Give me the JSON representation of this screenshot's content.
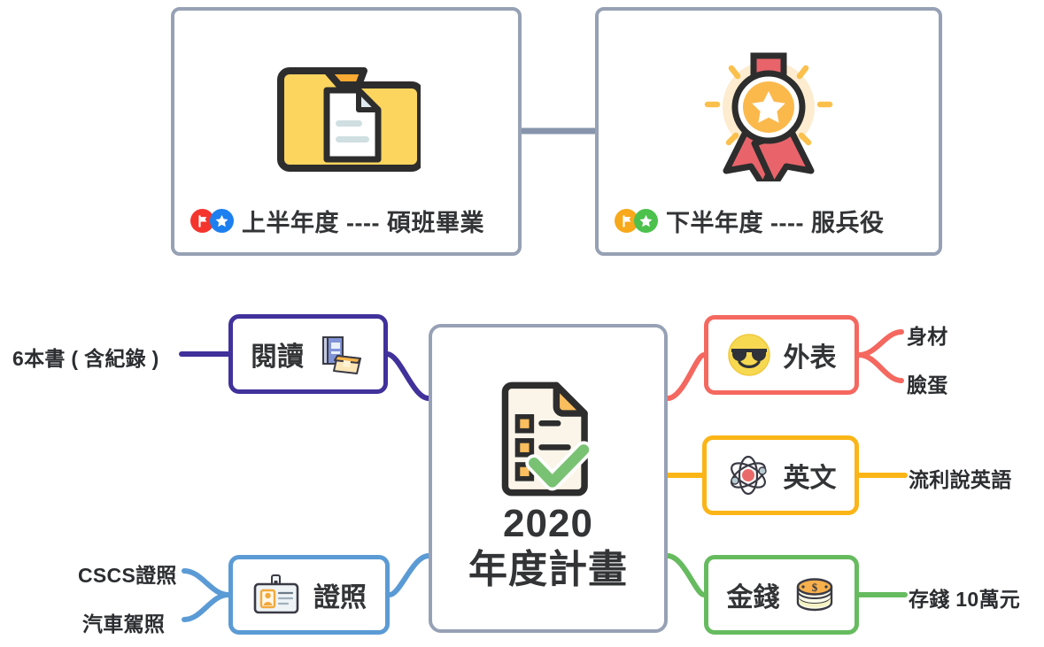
{
  "page": {
    "title": "2020 年度計畫",
    "background": "#ffffff"
  },
  "colors": {
    "neutral_border": "#97a1b5",
    "text": "#333436",
    "reading": "#40319b",
    "certificate": "#5b9bd5",
    "appearance": "#f4685f",
    "english": "#fbb517",
    "money": "#66bb5f"
  },
  "top_cards": [
    {
      "id": "first-half",
      "art_icon": "folder-document-icon",
      "badges": [
        {
          "name": "flag-badge-icon",
          "glyph": "flag",
          "color": "#f4352e"
        },
        {
          "name": "star-badge-icon",
          "glyph": "star",
          "color": "#1d7ff0"
        }
      ],
      "caption": "上半年度 ---- 碩班畢業"
    },
    {
      "id": "second-half",
      "art_icon": "award-medal-icon",
      "badges": [
        {
          "name": "flag-badge-icon",
          "glyph": "flag",
          "color": "#f7a81b"
        },
        {
          "name": "star-badge-icon",
          "glyph": "star",
          "color": "#4cc14c"
        }
      ],
      "caption": "下半年度 ---- 服兵役"
    }
  ],
  "center": {
    "icon": "checklist-document-icon",
    "year": "2020",
    "subtitle": "年度計畫"
  },
  "branches": [
    {
      "id": "reading",
      "label": "閱讀",
      "icon": "books-icon",
      "color": "#40319b",
      "side": "left",
      "children": [
        "6本書 ( 含紀錄 )"
      ]
    },
    {
      "id": "certificate",
      "label": "證照",
      "icon": "id-card-icon",
      "color": "#5b9bd5",
      "side": "left",
      "children": [
        "CSCS證照",
        "汽車駕照"
      ]
    },
    {
      "id": "appearance",
      "label": "外表",
      "icon": "sunglasses-face-icon",
      "color": "#f4685f",
      "side": "right",
      "children": [
        "身材",
        "臉蛋"
      ]
    },
    {
      "id": "english",
      "label": "英文",
      "icon": "atom-icon",
      "color": "#fbb517",
      "side": "right",
      "children": [
        "流利說英語"
      ]
    },
    {
      "id": "money",
      "label": "金錢",
      "icon": "coins-icon",
      "color": "#66bb5f",
      "side": "right",
      "children": [
        "存錢 10萬元"
      ]
    }
  ]
}
